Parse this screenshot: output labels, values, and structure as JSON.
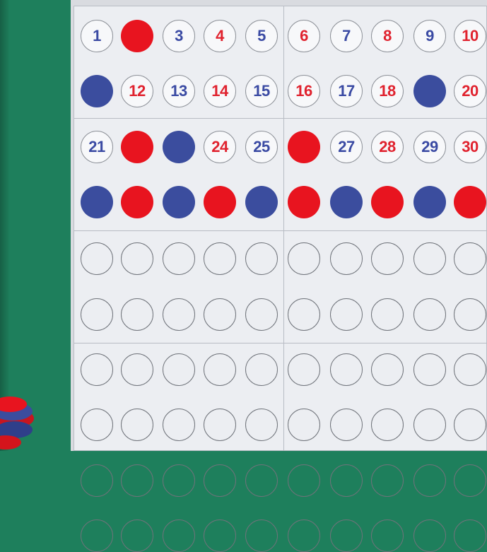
{
  "colors": {
    "felt_green": "#1e7f5c",
    "board_white": "#eceef2",
    "counter_red": "#e8141f",
    "counter_blue": "#3b4d9e",
    "digit_red": "#e0222e",
    "digit_blue": "#3a4aa3",
    "empty_ring": "#6f737a"
  },
  "board": {
    "columns": 10,
    "rows": 10,
    "slots": [
      {
        "label": "1",
        "kind": "number",
        "color": "blue"
      },
      {
        "label": "",
        "kind": "counter",
        "color": "red"
      },
      {
        "label": "3",
        "kind": "number",
        "color": "blue"
      },
      {
        "label": "4",
        "kind": "number",
        "color": "red"
      },
      {
        "label": "5",
        "kind": "number",
        "color": "blue"
      },
      {
        "label": "6",
        "kind": "number",
        "color": "red"
      },
      {
        "label": "7",
        "kind": "number",
        "color": "blue"
      },
      {
        "label": "8",
        "kind": "number",
        "color": "red"
      },
      {
        "label": "9",
        "kind": "number",
        "color": "blue"
      },
      {
        "label": "10",
        "kind": "number",
        "color": "red"
      },
      {
        "label": "",
        "kind": "counter",
        "color": "blue"
      },
      {
        "label": "12",
        "kind": "number",
        "color": "red"
      },
      {
        "label": "13",
        "kind": "number",
        "color": "blue"
      },
      {
        "label": "14",
        "kind": "number",
        "color": "red"
      },
      {
        "label": "15",
        "kind": "number",
        "color": "blue"
      },
      {
        "label": "16",
        "kind": "number",
        "color": "red"
      },
      {
        "label": "17",
        "kind": "number",
        "color": "blue"
      },
      {
        "label": "18",
        "kind": "number",
        "color": "red"
      },
      {
        "label": "",
        "kind": "counter",
        "color": "blue"
      },
      {
        "label": "20",
        "kind": "number",
        "color": "red"
      },
      {
        "label": "21",
        "kind": "number",
        "color": "blue"
      },
      {
        "label": "",
        "kind": "counter",
        "color": "red"
      },
      {
        "label": "",
        "kind": "counter",
        "color": "blue"
      },
      {
        "label": "24",
        "kind": "number",
        "color": "red"
      },
      {
        "label": "25",
        "kind": "number",
        "color": "blue"
      },
      {
        "label": "",
        "kind": "counter",
        "color": "red"
      },
      {
        "label": "27",
        "kind": "number",
        "color": "blue"
      },
      {
        "label": "28",
        "kind": "number",
        "color": "red"
      },
      {
        "label": "29",
        "kind": "number",
        "color": "blue"
      },
      {
        "label": "30",
        "kind": "number",
        "color": "red"
      },
      {
        "label": "",
        "kind": "counter",
        "color": "blue"
      },
      {
        "label": "",
        "kind": "counter",
        "color": "red"
      },
      {
        "label": "",
        "kind": "counter",
        "color": "blue"
      },
      {
        "label": "",
        "kind": "counter",
        "color": "red"
      },
      {
        "label": "",
        "kind": "counter",
        "color": "blue"
      },
      {
        "label": "",
        "kind": "counter",
        "color": "red"
      },
      {
        "label": "",
        "kind": "counter",
        "color": "blue"
      },
      {
        "label": "",
        "kind": "counter",
        "color": "red"
      },
      {
        "label": "",
        "kind": "counter",
        "color": "blue"
      },
      {
        "label": "",
        "kind": "counter",
        "color": "red"
      }
    ]
  }
}
